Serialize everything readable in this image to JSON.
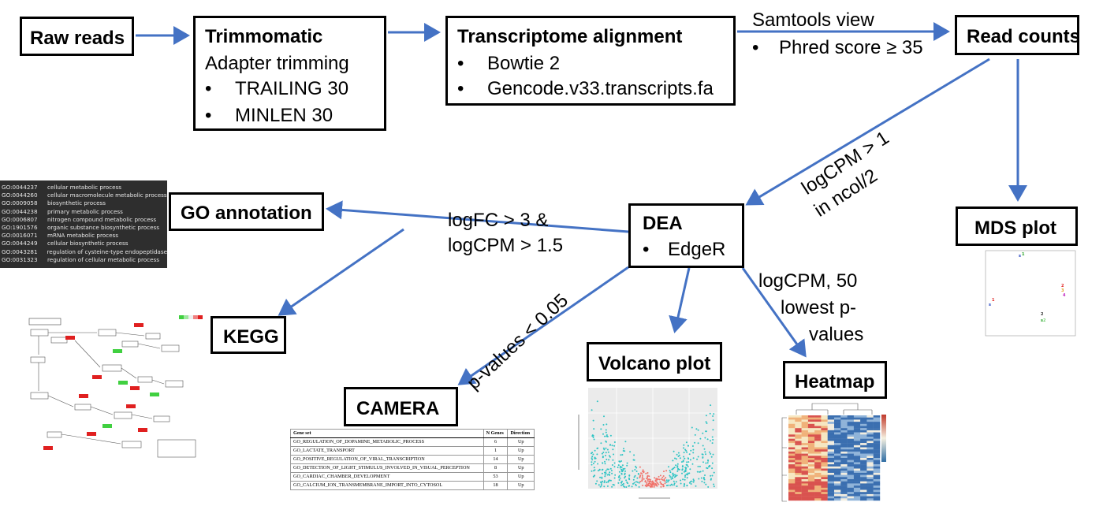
{
  "nodes": {
    "raw_reads": "Raw reads",
    "trimmomatic": {
      "title": "Trimmomatic",
      "subtitle": "Adapter trimming",
      "bullets": [
        "TRAILING 30",
        "MINLEN 30"
      ]
    },
    "alignment": {
      "title": "Transcriptome alignment",
      "bullets": [
        "Bowtie 2",
        "Gencode.v33.transcripts.fa"
      ]
    },
    "read_counts": "Read counts",
    "dea": {
      "title": "DEA",
      "bullets": [
        "EdgeR"
      ]
    },
    "go_annotation": "GO annotation",
    "kegg": "KEGG",
    "camera": "CAMERA",
    "volcano": "Volcano plot",
    "heatmap": "Heatmap",
    "mds": "MDS plot"
  },
  "edge_labels": {
    "samtools": "Samtools view",
    "phred": "Phred score ≥ 35",
    "logcpm_line1": "logCPM > 1",
    "logcpm_line2": "in ncol/2",
    "logfc_line1": "logFC > 3 &",
    "logfc_line2": "logCPM > 1.5",
    "pvalues": "p-values < 0.05",
    "heat_line1": "logCPM, 50",
    "heat_line2": "lowest p-",
    "heat_line3": "values"
  },
  "go_terms": [
    {
      "id": "GO:0044237",
      "name": "cellular metabolic process"
    },
    {
      "id": "GO:0044260",
      "name": "cellular macromolecule metabolic process"
    },
    {
      "id": "GO:0009058",
      "name": "biosynthetic process"
    },
    {
      "id": "GO:0044238",
      "name": "primary metabolic process"
    },
    {
      "id": "GO:0006807",
      "name": "nitrogen compound metabolic process"
    },
    {
      "id": "GO:1901576",
      "name": "organic substance biosynthetic process"
    },
    {
      "id": "GO:0016071",
      "name": "mRNA metabolic process"
    },
    {
      "id": "GO:0044249",
      "name": "cellular biosynthetic process"
    },
    {
      "id": "GO:0043281",
      "name": "regulation of cysteine-type endopeptidase"
    },
    {
      "id": "GO:0031323",
      "name": "regulation of cellular metabolic process"
    }
  ],
  "camera_table": {
    "headers": [
      "Gene set",
      "N Genes",
      "Direction"
    ],
    "rows": [
      [
        "GO_REGULATION_OF_DOPAMINE_METABOLIC_PROCESS",
        "6",
        "Up"
      ],
      [
        "GO_LACTATE_TRANSPORT",
        "1",
        "Up"
      ],
      [
        "GO_POSITIVE_REGULATION_OF_VIRAL_TRANSCRIPTION",
        "14",
        "Up"
      ],
      [
        "GO_DETECTION_OF_LIGHT_STIMULUS_INVOLVED_IN_VISUAL_PERCEPTION",
        "8",
        "Up"
      ],
      [
        "GO_CARDIAC_CHAMBER_DEVELOPMENT",
        "53",
        "Up"
      ],
      [
        "GO_CALCIUM_ION_TRANSMEMBRANE_IMPORT_INTO_CYTOSOL",
        "18",
        "Up"
      ]
    ]
  },
  "colors": {
    "arrow": "#4472c4",
    "volcano_points": "#2ec4c4",
    "volcano_center": "#f0736b",
    "kegg_red": "#e02020",
    "kegg_green": "#40d040"
  }
}
